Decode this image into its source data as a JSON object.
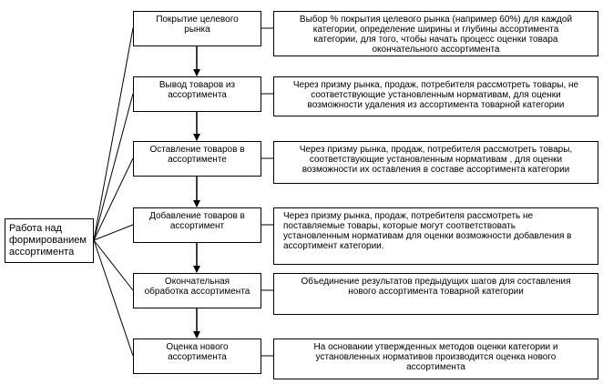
{
  "root": {
    "label": "Работа над формированием ассортимента"
  },
  "steps": [
    {
      "title": "Покрытие целевого\nрынка",
      "description": "Выбор % покрытия целевого рынка (например 60%) для каждой\nкатегории, определение ширины и глубины ассортимента\nкатегории, для того, чтобы начать процесс оценки товара\nокончательного ассортимента"
    },
    {
      "title": "Вывод товаров из\nассортимента",
      "description": "Через призму рынка, продаж, потребителя рассмотреть товары,  не\nсоответствующие установленным нормативам,  для оценки\nвозможности удаления из ассортимента товарной категории"
    },
    {
      "title": "Оставление товаров в\nассортименте",
      "description": "Через призму рынка, продаж, потребителя рассмотреть товары,\nсоответствующие установленным нормативам , для оценки\nвозможности их оставления в составе ассортимента категории"
    },
    {
      "title": "Добавление товаров в\nассортимент",
      "description": "Через призму рынка, продаж, потребителя рассмотреть не\nпоставляемые товары, которые могут соответствовать\nустановленным нормативам для оценки возможности добавления в\nассортимент категории."
    },
    {
      "title": "Окончательная\nобработка ассортимента",
      "description": "Объединение результатов предыдущих шагов для составления\nнового ассортимента товарной категории"
    },
    {
      "title": "Оценка нового\nассортимента",
      "description": "На основании утвержденных  методов оценки категории и\nустановленных нормативов производится оценка нового\nассортимента"
    }
  ]
}
